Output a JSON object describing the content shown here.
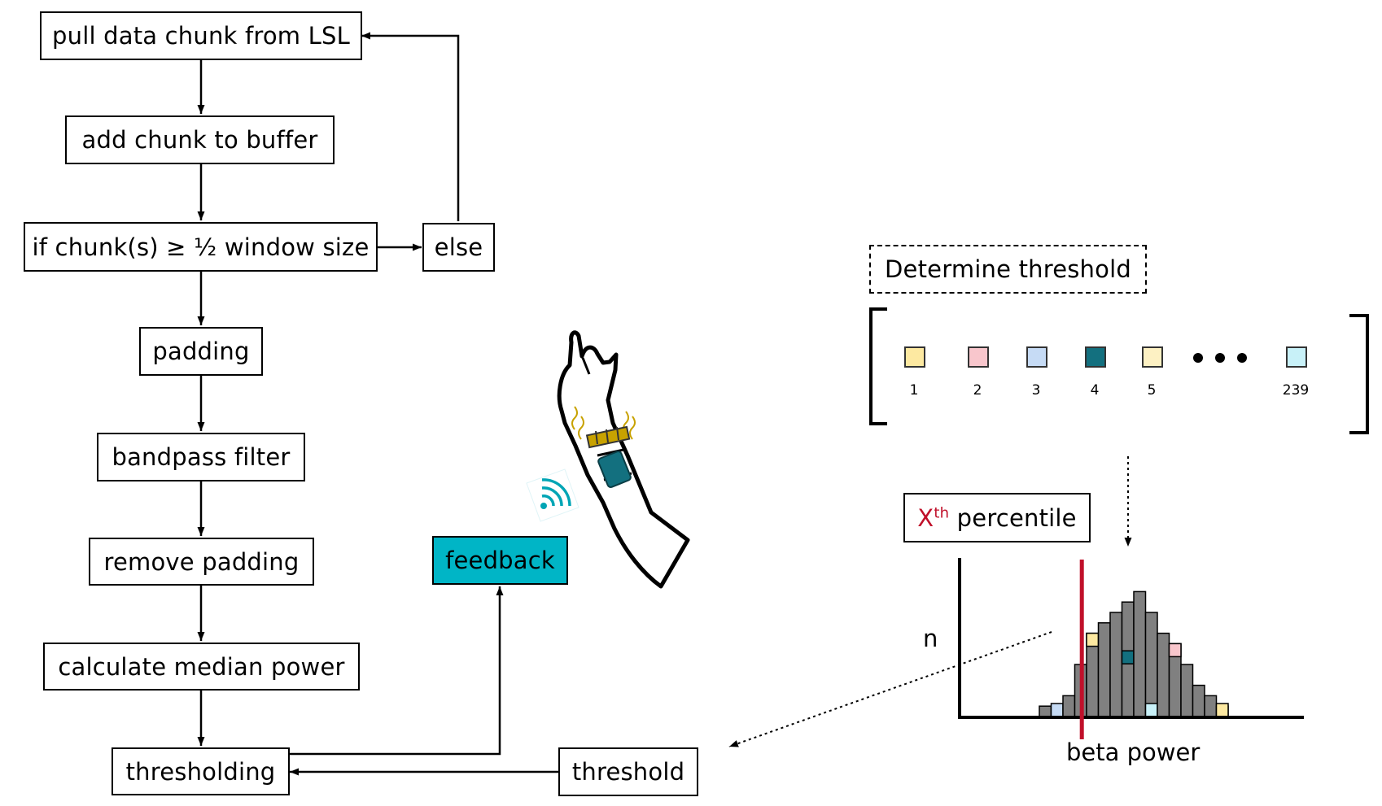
{
  "flowchart": {
    "pull": "pull data chunk from LSL",
    "add": "add chunk to buffer",
    "if_chunk": "if chunk(s) ≥ ½ window size",
    "else": "else",
    "padding": "padding",
    "bandpass": "bandpass filter",
    "remove_padding": "remove padding",
    "median": "calculate median power",
    "thresholding": "thresholding",
    "threshold": "threshold",
    "feedback": "feedback"
  },
  "threshold_panel": {
    "title": "Determine threshold",
    "items": [
      {
        "label": "1",
        "color": "#fde9a1"
      },
      {
        "label": "2",
        "color": "#f8c6cc"
      },
      {
        "label": "3",
        "color": "#c6dbf5"
      },
      {
        "label": "4",
        "color": "#13707f"
      },
      {
        "label": "5",
        "color": "#fdf1c3"
      },
      {
        "label": "239",
        "color": "#c8f1f8"
      }
    ],
    "percentile_x": "X",
    "percentile_sup": "th",
    "percentile_rest": " percentile",
    "y_label": "n",
    "x_label": "beta power"
  },
  "chart_data": {
    "type": "bar",
    "title": "",
    "xlabel": "beta power",
    "ylabel": "n",
    "values": [
      1,
      1,
      2,
      5,
      8,
      9,
      10,
      11,
      12,
      10,
      8,
      7,
      5,
      3,
      2,
      1
    ],
    "threshold_bar_index": 3.6,
    "highlighted": [
      {
        "bar": 1,
        "color": "#c6dbf5"
      },
      {
        "bar": 4,
        "color": "#fde9a1"
      },
      {
        "bar": 7,
        "color": "#13707f"
      },
      {
        "bar": 9,
        "color": "#c8f1f8"
      },
      {
        "bar": 11,
        "color": "#f8c6cc"
      },
      {
        "bar": 15,
        "color": "#fde9a1"
      }
    ]
  },
  "colors": {
    "bar": "#808080",
    "threshold_line": "#c0102a",
    "feedback": "#00b5c6",
    "device": "#c8a200",
    "device_body": "#13707f",
    "wifi": "#00a5b5"
  }
}
